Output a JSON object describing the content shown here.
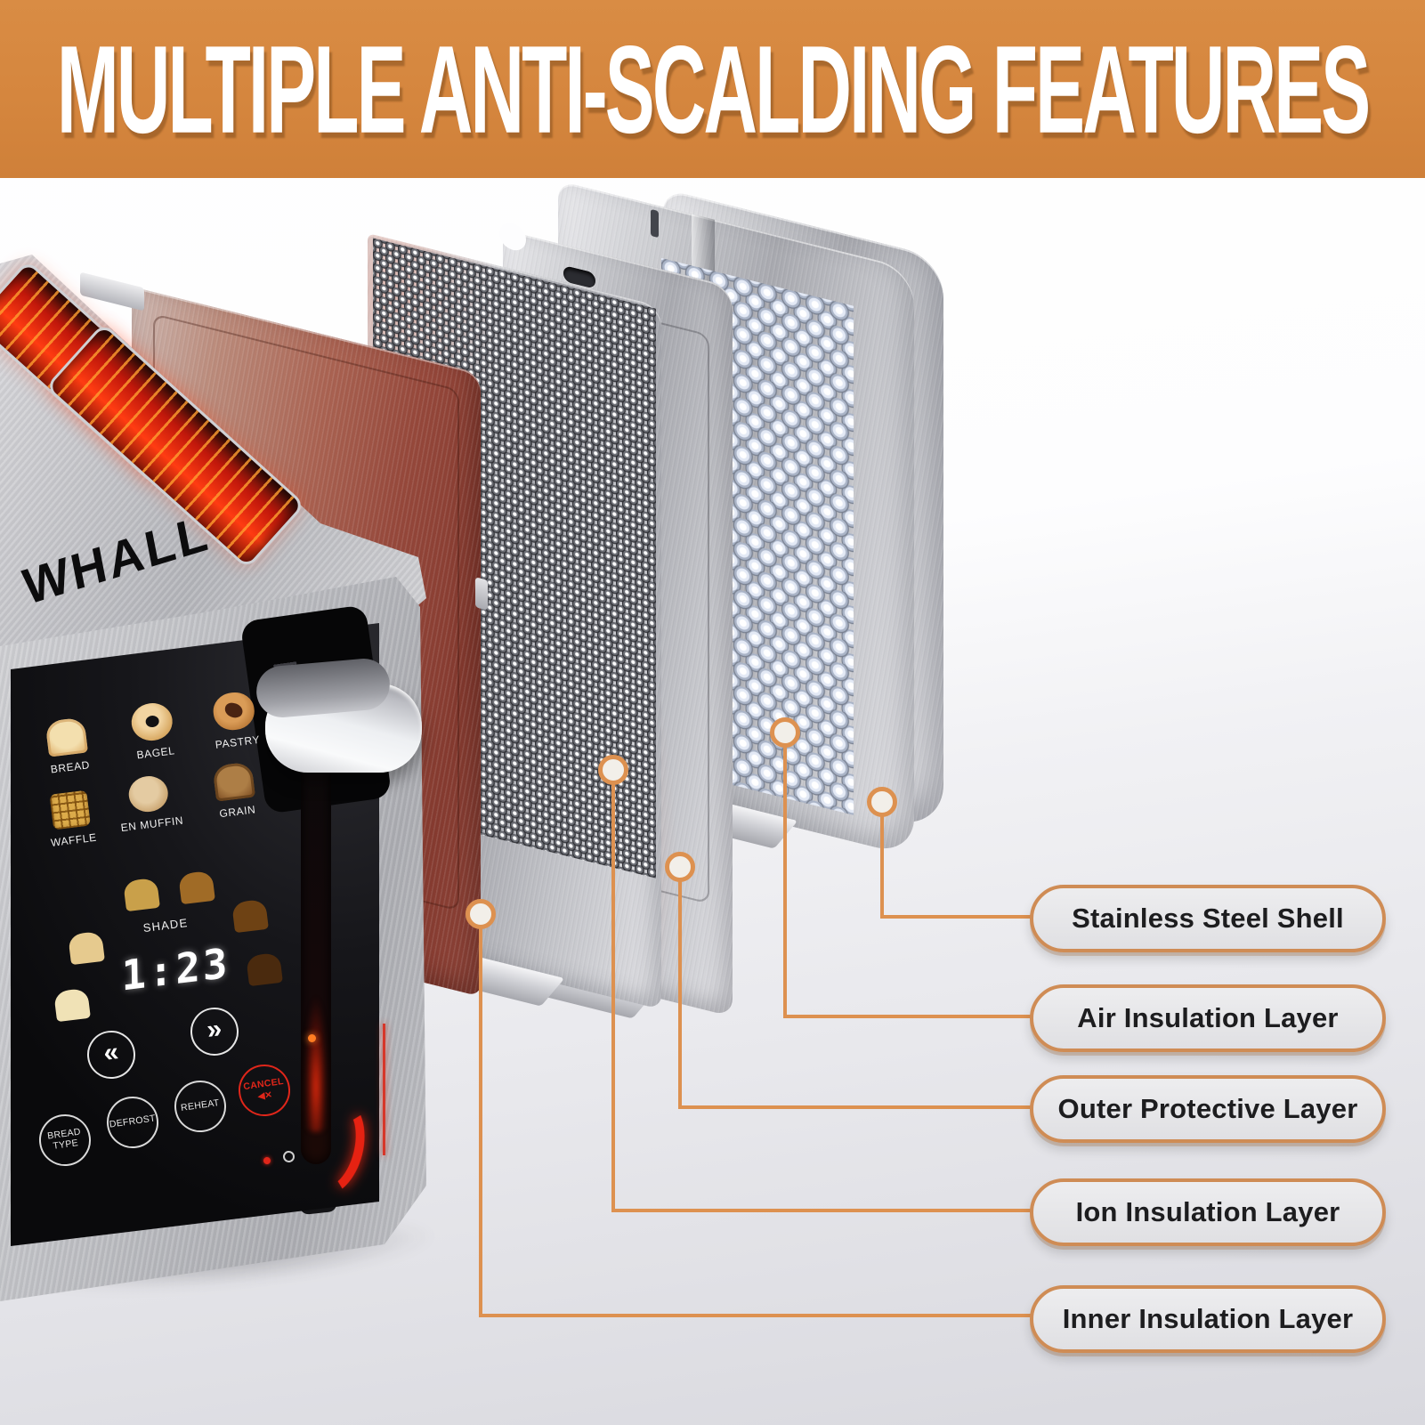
{
  "header": {
    "title": "MULTIPLE ANTI-SCALDING FEATURES",
    "bg_color": "#d5863e",
    "text_color": "#ffffff"
  },
  "toaster": {
    "brand": "WHALL",
    "panel": {
      "modes": [
        {
          "icon": "bread-icon",
          "label": "BREAD"
        },
        {
          "icon": "bagel-icon",
          "label": "BAGEL"
        },
        {
          "icon": "pastry-icon",
          "label": "PASTRY"
        },
        {
          "icon": "waffle-icon",
          "label": "WAFFLE"
        },
        {
          "icon": "muffin-icon",
          "label": "EN MUFFIN"
        },
        {
          "icon": "grain-icon",
          "label": "GRAIN"
        }
      ],
      "shade_label": "SHADE",
      "display_value": "1:23",
      "nav_prev": "«",
      "nav_next": "»",
      "buttons": [
        {
          "label": "BREAD TYPE"
        },
        {
          "label": "DEFROST"
        },
        {
          "label": "REHEAT"
        },
        {
          "label": "CANCEL",
          "color": "#e0261a"
        }
      ],
      "mute_icon": "◀✕"
    }
  },
  "callouts": [
    {
      "label": "Stainless Steel Shell"
    },
    {
      "label": "Air Insulation Layer"
    },
    {
      "label": "Outer Protective Layer"
    },
    {
      "label": "Ion Insulation Layer"
    },
    {
      "label": "Inner Insulation Layer"
    }
  ],
  "colors": {
    "accent_line": "#dd9150",
    "pill_border": "#cf8c55",
    "pill_bg": "#e8e8ea",
    "cancel_red": "#e0261a",
    "glow_red": "#ff3c12"
  }
}
